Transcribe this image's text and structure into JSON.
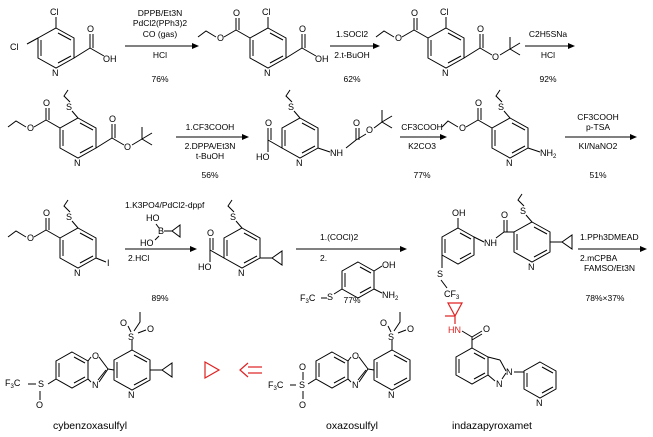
{
  "atoms": {
    "Cl": "Cl",
    "N": "N",
    "O": "O",
    "OH": "OH",
    "HO": "HO",
    "S": "S",
    "I": "I",
    "NH": "NH",
    "NH2": "NH",
    "H2sub": "2",
    "HN": "HN",
    "CF3": "CF",
    "F3C": "F",
    "F3Csub": "3",
    "C": "C",
    "B": "B",
    "three": "3"
  },
  "steps": [
    {
      "conditions": [
        "DPPB/Et3N",
        "PdCl2(PPh3)2",
        "CO (gas)",
        "HCl"
      ],
      "yield": "76%"
    },
    {
      "conditions": [
        "1.SOCl2",
        "2.t-BuOH"
      ],
      "yield": "62%"
    },
    {
      "conditions": [
        "C2H5SNa",
        "HCl"
      ],
      "yield": "92%"
    },
    {
      "conditions": [
        "1.CF3COOH",
        "2.DPPA/Et3N",
        "t-BuOH"
      ],
      "yield": "56%"
    },
    {
      "conditions": [
        "CF3COOH",
        "K2CO3"
      ],
      "yield": "77%"
    },
    {
      "conditions": [
        "CF3COOH",
        "p-TSA",
        "KI/NaNO2"
      ],
      "yield": "51%"
    },
    {
      "conditions": [
        "1.K3PO4/PdCl2-dppf",
        "2.HCl"
      ],
      "yield": "89%"
    },
    {
      "conditions": [
        "1.(COCl)2",
        "2."
      ],
      "yield": "77%"
    },
    {
      "conditions": [
        "1.PPh3DMEAD",
        "2.mCPBA",
        "FAMSO/Et3N"
      ],
      "yield": "78%×37%"
    }
  ],
  "compounds": {
    "cybenzoxasulfyl": "cybenzoxasulfyl",
    "oxazosulfyl": "oxazosulfyl",
    "indazapyroxamet": "indazapyroxamet"
  }
}
